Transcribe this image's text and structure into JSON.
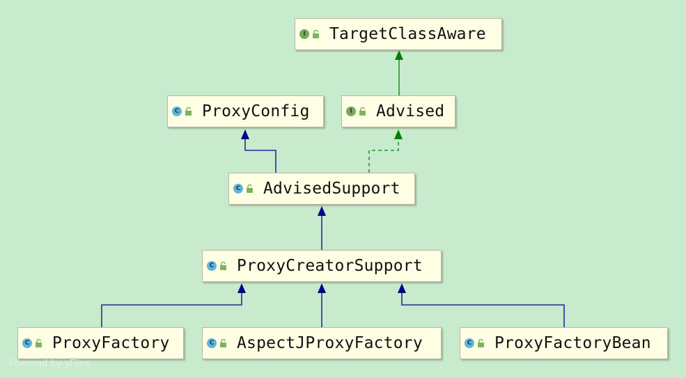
{
  "colors": {
    "background": "#c8ebce",
    "node_fill": "#fefee4",
    "extends_arrow": "#00008b",
    "implements_arrow": "#008000"
  },
  "nodes": {
    "target_class_aware": {
      "label": "TargetClassAware",
      "kind": "interface",
      "icon_letter": "I"
    },
    "proxy_config": {
      "label": "ProxyConfig",
      "kind": "class",
      "icon_letter": "C"
    },
    "advised": {
      "label": "Advised",
      "kind": "interface",
      "icon_letter": "I"
    },
    "advised_support": {
      "label": "AdvisedSupport",
      "kind": "class",
      "icon_letter": "C"
    },
    "proxy_creator_support": {
      "label": "ProxyCreatorSupport",
      "kind": "class",
      "icon_letter": "C"
    },
    "proxy_factory": {
      "label": "ProxyFactory",
      "kind": "class",
      "icon_letter": "C"
    },
    "aspectj_proxy_factory": {
      "label": "AspectJProxyFactory",
      "kind": "class",
      "icon_letter": "C"
    },
    "proxy_factory_bean": {
      "label": "ProxyFactoryBean",
      "kind": "class",
      "icon_letter": "C"
    }
  },
  "edges": [
    {
      "from": "Advised",
      "to": "TargetClassAware",
      "type": "extends-interface"
    },
    {
      "from": "AdvisedSupport",
      "to": "ProxyConfig",
      "type": "extends"
    },
    {
      "from": "AdvisedSupport",
      "to": "Advised",
      "type": "implements"
    },
    {
      "from": "ProxyCreatorSupport",
      "to": "AdvisedSupport",
      "type": "extends"
    },
    {
      "from": "ProxyFactory",
      "to": "ProxyCreatorSupport",
      "type": "extends"
    },
    {
      "from": "AspectJProxyFactory",
      "to": "ProxyCreatorSupport",
      "type": "extends"
    },
    {
      "from": "ProxyFactoryBean",
      "to": "ProxyCreatorSupport",
      "type": "extends"
    }
  ],
  "watermark": "Powered by yFiles"
}
